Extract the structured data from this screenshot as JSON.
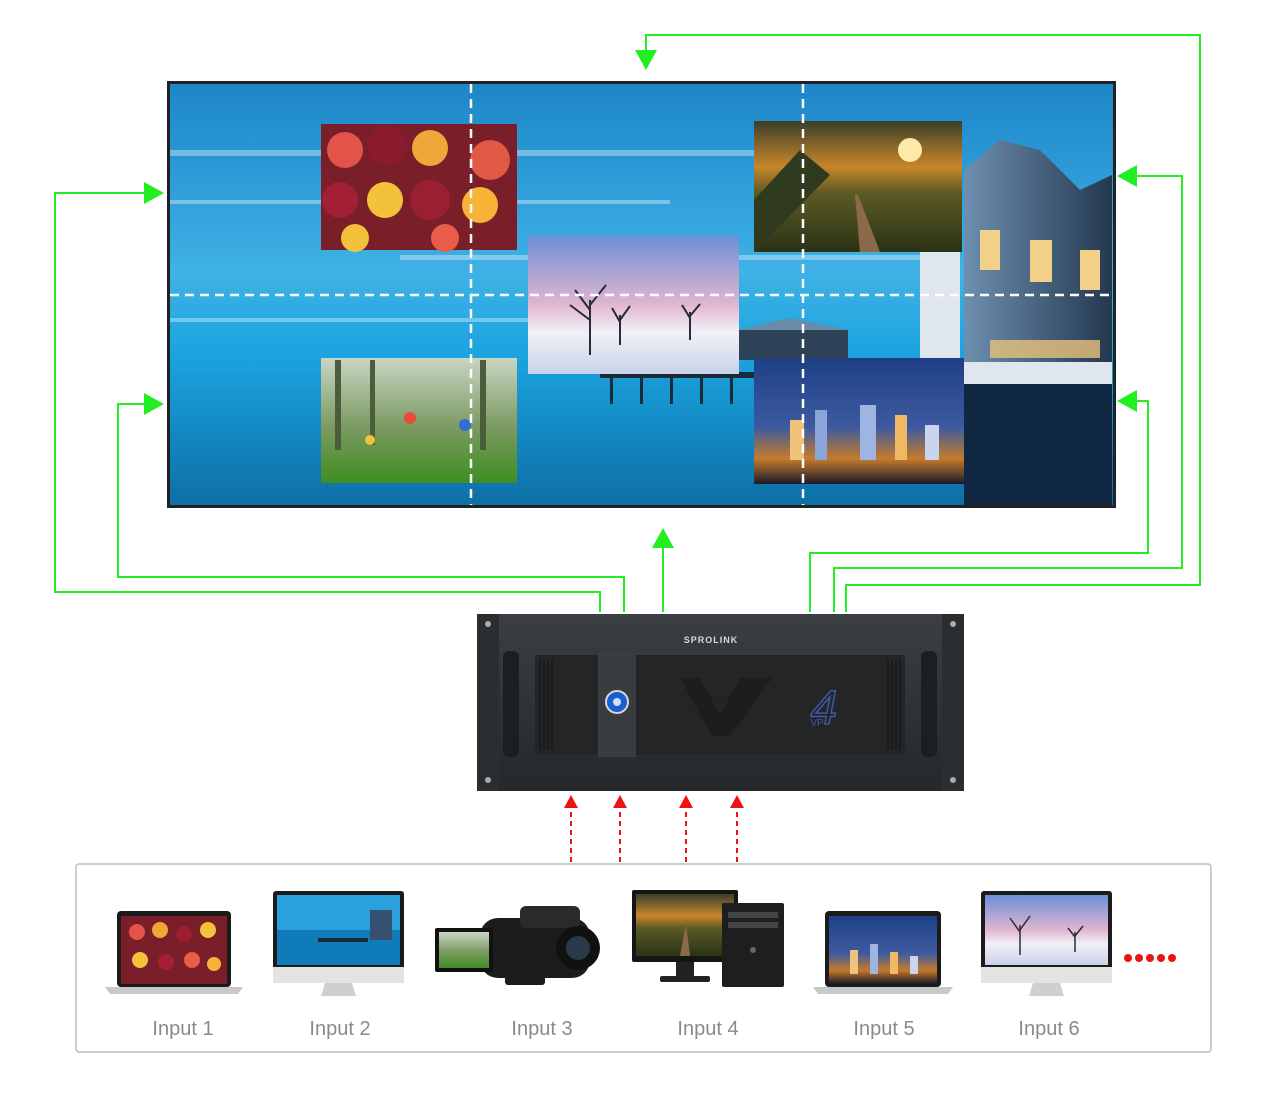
{
  "processor": {
    "brand": "SPROLINK",
    "model_number": "4",
    "model_badge": "VP"
  },
  "video_wall": {
    "columns": 3,
    "rows": 2,
    "windows": [
      {
        "name": "fruit-window",
        "theme": "fruit"
      },
      {
        "name": "sunset-rail-window",
        "theme": "sunset"
      },
      {
        "name": "winter-trees-window",
        "theme": "winter"
      },
      {
        "name": "forest-kids-window",
        "theme": "forest"
      },
      {
        "name": "city-night-window",
        "theme": "city"
      }
    ],
    "background": "sea-with-pier"
  },
  "inputs": [
    {
      "label": "Input 1",
      "device": "laptop-icon",
      "screen": "fruit"
    },
    {
      "label": "Input 2",
      "device": "monitor-icon",
      "screen": "sea"
    },
    {
      "label": "Input 3",
      "device": "camcorder-icon",
      "screen": "forest"
    },
    {
      "label": "Input 4",
      "device": "desktop-pc-icon",
      "screen": "sunset"
    },
    {
      "label": "Input 5",
      "device": "laptop-icon",
      "screen": "city"
    },
    {
      "label": "Input 6",
      "device": "monitor-icon",
      "screen": "winter"
    }
  ],
  "colors": {
    "output_arrow": "#22ee22",
    "input_arrow": "#ee1111",
    "wall_frame": "#222222",
    "processor_body": "#2f3234",
    "panel_border": "#bdbdbd"
  }
}
